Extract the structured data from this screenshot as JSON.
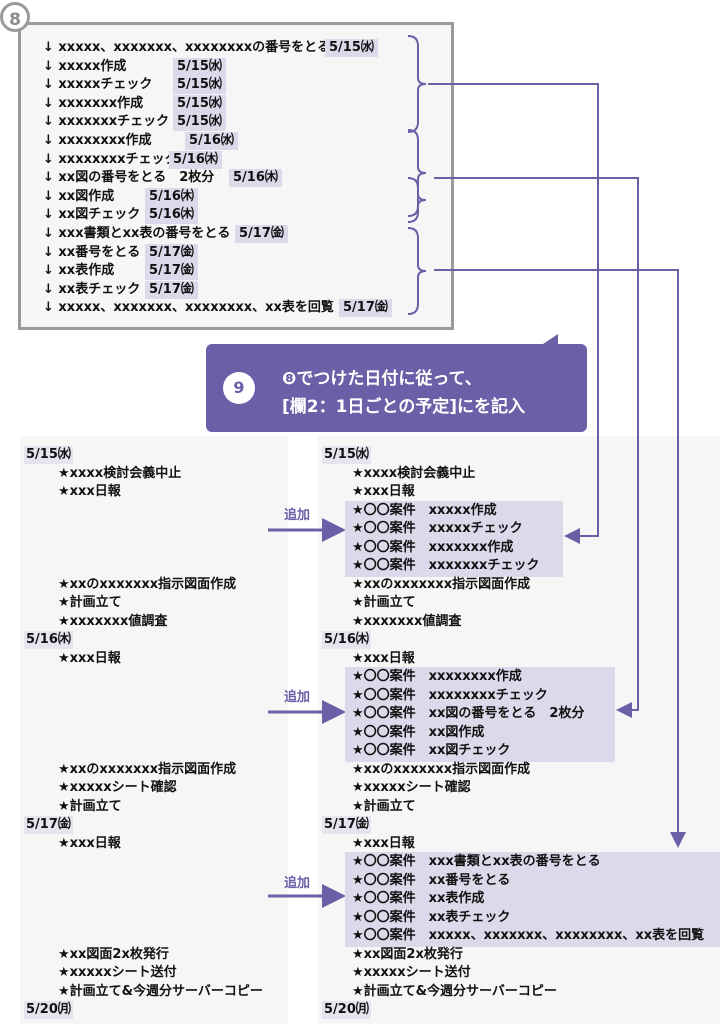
{
  "step8": {
    "badge": "8",
    "lines": [
      {
        "text": "↓ xxxxx、xxxxxxx、xxxxxxxxの番号をとる",
        "date": "5/15㈬"
      },
      {
        "text": "↓ xxxxx作成",
        "date": "5/15㈬"
      },
      {
        "text": "↓ xxxxxチェック",
        "date": "5/15㈬"
      },
      {
        "text": "↓ xxxxxxx作成",
        "date": "5/15㈬"
      },
      {
        "text": "↓ xxxxxxxチェック",
        "date": "5/15㈬"
      },
      {
        "text": "↓ xxxxxxxx作成",
        "date": "5/16㈬"
      },
      {
        "text": "↓ xxxxxxxxチェック",
        "date": "5/16㈭"
      },
      {
        "text": "↓ xx図の番号をとる　2枚分",
        "date": "5/16㈭"
      },
      {
        "text": "↓ xx図作成",
        "date": "5/16㈭"
      },
      {
        "text": "↓ xx図チェック",
        "date": "5/16㈭"
      },
      {
        "text": "↓ xxx書類とxx表の番号をとる",
        "date": "5/17㈮"
      },
      {
        "text": "↓ xx番号をとる",
        "date": "5/17㈮"
      },
      {
        "text": "↓ xx表作成",
        "date": "5/17㈮"
      },
      {
        "text": "↓ xx表チェック",
        "date": "5/17㈮"
      },
      {
        "text": "↓ xxxxx、xxxxxxx、xxxxxxxx、xx表を回覧",
        "date": "5/17㈮"
      }
    ]
  },
  "callout": {
    "badge": "9",
    "line1": "❽でつけた日付に従って、",
    "line2": "[欄2：1日ごとの予定]にを記入"
  },
  "add_label": "追加",
  "left_schedule": [
    {
      "kind": "date",
      "text": "5/15㈬"
    },
    {
      "kind": "item",
      "text": "★xxxx検討会義中止"
    },
    {
      "kind": "item",
      "text": "★xxx日報"
    },
    {
      "kind": "gap"
    },
    {
      "kind": "gap"
    },
    {
      "kind": "gap"
    },
    {
      "kind": "gap"
    },
    {
      "kind": "item",
      "text": "★xxのxxxxxxx指示図面作成"
    },
    {
      "kind": "item",
      "text": "★計画立て"
    },
    {
      "kind": "item",
      "text": "★xxxxxxx値調査"
    },
    {
      "kind": "date",
      "text": "5/16㈭"
    },
    {
      "kind": "item",
      "text": "★xxx日報"
    },
    {
      "kind": "gap"
    },
    {
      "kind": "gap"
    },
    {
      "kind": "gap"
    },
    {
      "kind": "gap"
    },
    {
      "kind": "gap"
    },
    {
      "kind": "item",
      "text": "★xxのxxxxxxx指示図面作成"
    },
    {
      "kind": "item",
      "text": "★xxxxxシート確認"
    },
    {
      "kind": "item",
      "text": "★計画立て"
    },
    {
      "kind": "date",
      "text": "5/17㈮"
    },
    {
      "kind": "item",
      "text": "★xxx日報"
    },
    {
      "kind": "gap"
    },
    {
      "kind": "gap"
    },
    {
      "kind": "gap"
    },
    {
      "kind": "gap"
    },
    {
      "kind": "gap"
    },
    {
      "kind": "item",
      "text": "★xx図面2x枚発行"
    },
    {
      "kind": "item",
      "text": "★xxxxxシート送付"
    },
    {
      "kind": "item",
      "text": "★計画立て&今週分サーバーコピー"
    },
    {
      "kind": "date",
      "text": "5/20㈪"
    }
  ],
  "right_schedule": [
    {
      "kind": "date",
      "text": "5/15㈬"
    },
    {
      "kind": "item",
      "text": "★xxxx検討会義中止"
    },
    {
      "kind": "item",
      "text": "★xxx日報"
    },
    {
      "kind": "add",
      "text": "★〇〇案件　xxxxx作成"
    },
    {
      "kind": "add",
      "text": "★〇〇案件　xxxxxチェック"
    },
    {
      "kind": "add",
      "text": "★〇〇案件　xxxxxxx作成"
    },
    {
      "kind": "add",
      "text": "★〇〇案件　xxxxxxxチェック"
    },
    {
      "kind": "item",
      "text": "★xxのxxxxxxx指示図面作成"
    },
    {
      "kind": "item",
      "text": "★計画立て"
    },
    {
      "kind": "item",
      "text": "★xxxxxxx値調査"
    },
    {
      "kind": "date",
      "text": "5/16㈭"
    },
    {
      "kind": "item",
      "text": "★xxx日報"
    },
    {
      "kind": "add",
      "text": "★〇〇案件　xxxxxxxx作成"
    },
    {
      "kind": "add",
      "text": "★〇〇案件　xxxxxxxxチェック"
    },
    {
      "kind": "add",
      "text": "★〇〇案件　xx図の番号をとる　2枚分"
    },
    {
      "kind": "add",
      "text": "★〇〇案件　xx図作成"
    },
    {
      "kind": "add",
      "text": "★〇〇案件　xx図チェック"
    },
    {
      "kind": "item",
      "text": "★xxのxxxxxxx指示図面作成"
    },
    {
      "kind": "item",
      "text": "★xxxxxシート確認"
    },
    {
      "kind": "item",
      "text": "★計画立て"
    },
    {
      "kind": "date",
      "text": "5/17㈮"
    },
    {
      "kind": "item",
      "text": "★xxx日報"
    },
    {
      "kind": "add",
      "text": "★〇〇案件　xxx書類とxx表の番号をとる"
    },
    {
      "kind": "add",
      "text": "★〇〇案件　xx番号をとる"
    },
    {
      "kind": "add",
      "text": "★〇〇案件　xx表作成"
    },
    {
      "kind": "add",
      "text": "★〇〇案件　xx表チェック"
    },
    {
      "kind": "add",
      "text": "★〇〇案件　xxxxx、xxxxxxx、xxxxxxxx、xx表を回覧"
    },
    {
      "kind": "item",
      "text": "★xx図面2x枚発行"
    },
    {
      "kind": "item",
      "text": "★xxxxxシート送付"
    },
    {
      "kind": "item",
      "text": "★計画立て&今週分サーバーコピー"
    },
    {
      "kind": "date",
      "text": "5/20㈪"
    }
  ],
  "colors": {
    "accent": "#6b5fa8",
    "highlight": "#dcd9ea",
    "panel_border": "#9a9a9a"
  }
}
